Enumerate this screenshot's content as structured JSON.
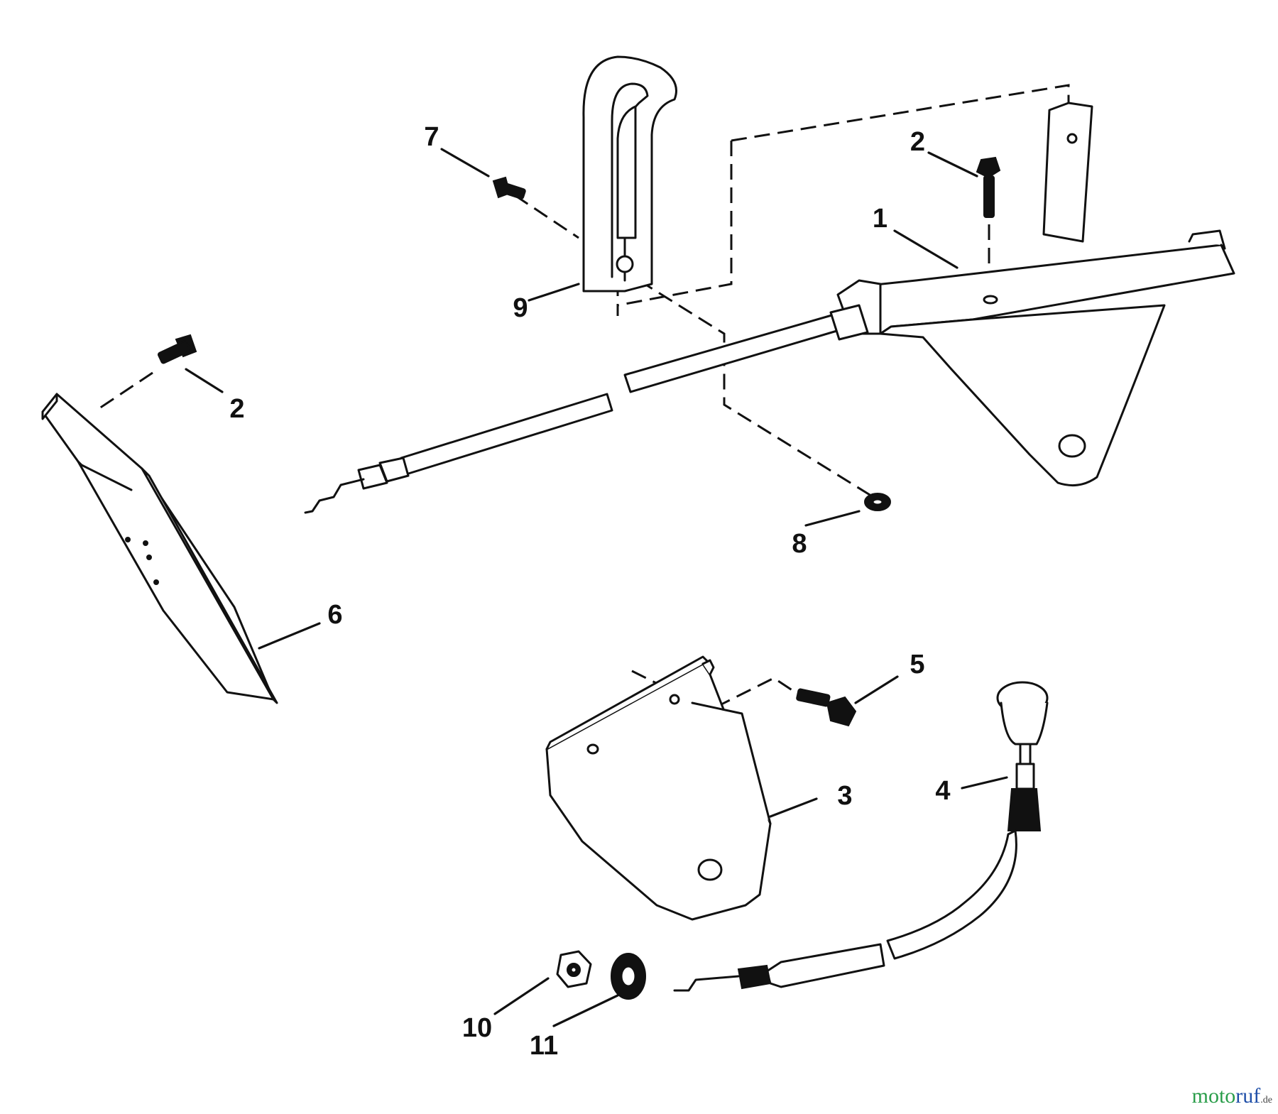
{
  "callouts": {
    "c1": "1",
    "c2a": "2",
    "c2b": "2",
    "c3": "3",
    "c4": "4",
    "c5": "5",
    "c6": "6",
    "c7": "7",
    "c8": "8",
    "c9": "9",
    "c10": "10",
    "c11": "11"
  },
  "watermark": {
    "brand_a": "moto",
    "brand_b": "ruf",
    "suffix": ".de"
  }
}
